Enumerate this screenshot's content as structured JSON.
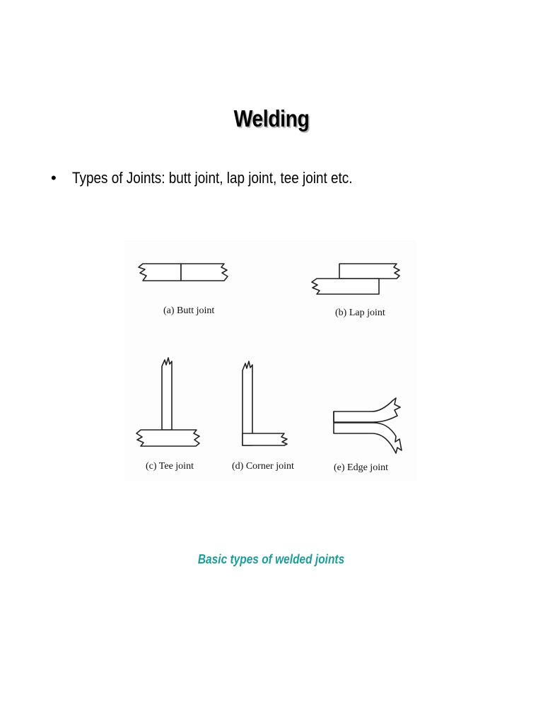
{
  "slide": {
    "title": "Welding",
    "bullet_symbol": "•",
    "bullet_text": "Types of Joints: butt joint, lap joint, tee joint etc."
  },
  "figure": {
    "labels": {
      "butt": "(a) Butt joint",
      "lap": "(b) Lap joint",
      "tee": "(c) Tee joint",
      "corner": "(d) Corner joint",
      "edge": "(e) Edge joint"
    }
  },
  "caption": {
    "text": "Basic types of welded joints",
    "color": "#1a9e9a"
  }
}
